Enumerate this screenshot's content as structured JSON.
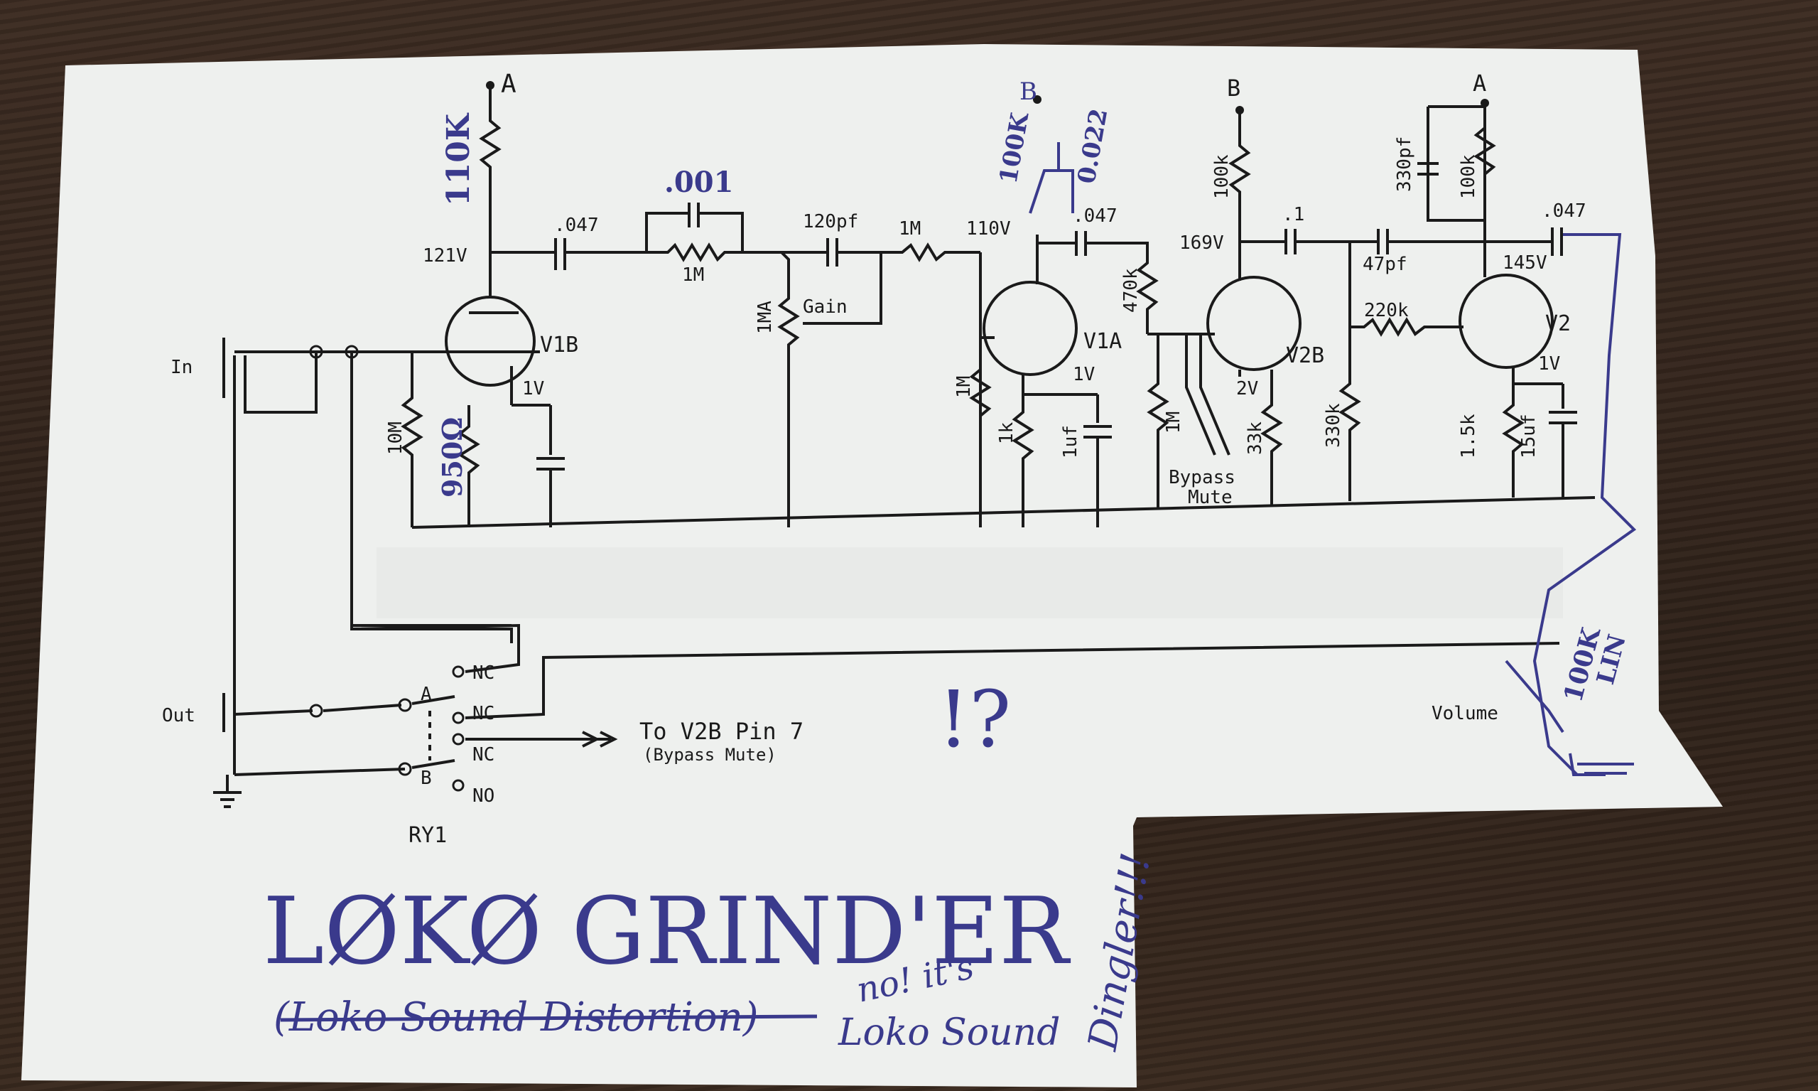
{
  "colors": {
    "paper": "#eef0ee",
    "ink": "#1a1a1a",
    "pen": "#3a3a8c",
    "wood": "#3a2a20"
  },
  "labels": {
    "in": "In",
    "out": "Out",
    "ry1": "RY1",
    "nodeA1": "A",
    "nodeB1": "B",
    "nodeB2": "B",
    "nodeA2": "A",
    "r110k": "110K",
    "v121": "121V",
    "c047a": ".047",
    "c001": ".001",
    "r1m_a": "1M",
    "c120pf": "120pf",
    "r1m_b": "1M",
    "gain": "Gain",
    "pot1ma": "1MA",
    "v110": "110V",
    "r100k_b": "100K",
    "c022": "0.022",
    "c047b": ".047",
    "r470k": "470k",
    "r1m_c": "1M",
    "r1k": "1k",
    "c1uf": "1uf",
    "v1v_b": "1V",
    "v1a": "V1A",
    "v1b": "V1B",
    "r10m": "10M",
    "r950": "950Ω",
    "v1v_a": "1V",
    "r100k_c": "100k",
    "v169": "169V",
    "c1": ".1",
    "r1m_d": "1M",
    "r33k": "33k",
    "v2v": "2V",
    "v2b": "V2B",
    "bypass": "Bypass",
    "mute": "Mute",
    "c330pf": "330pf",
    "r100k_d": "100k",
    "c47pf": "47pf",
    "c047c": ".047",
    "v145": "145V",
    "r220k": "220k",
    "r330k": "330k",
    "v2": "V2",
    "r15k": "1.5k",
    "c15uf": "15uf",
    "v1v_c": "1V",
    "r100k_lin": "100K",
    "lin": "LIN",
    "volume": "Volume",
    "nc1": "NC",
    "nc2": "NC",
    "nc3": "NC",
    "no": "NO",
    "swA": "A",
    "swB": "B",
    "to_v2b": "To V2B Pin 7",
    "bypass_mute": "(Bypass Mute)",
    "exclaim": "!?",
    "title": "LØKØ GRIND'ER",
    "crossed": "(Loko Sound Distortion)",
    "no_its": "no! it's",
    "loko_sound": "Loko Sound",
    "dingler": "Dingler!!!"
  }
}
